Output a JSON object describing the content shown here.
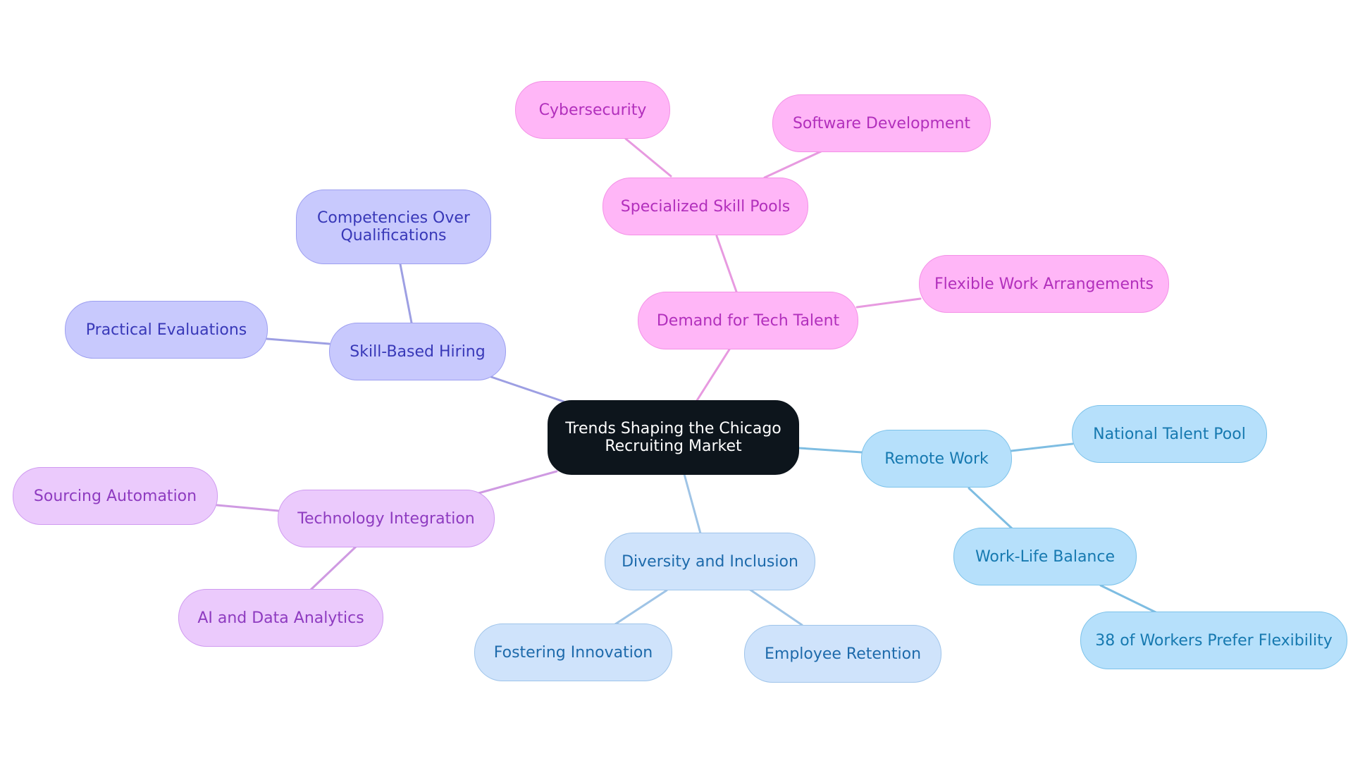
{
  "center": {
    "title": "Trends Shaping the Chicago Recruiting Market"
  },
  "branches": {
    "demand_for_tech_talent": {
      "label": "Demand for Tech Talent",
      "specialized_skill_pools": "Specialized Skill Pools",
      "cybersecurity": "Cybersecurity",
      "software_development": "Software Development",
      "flexible_work_arrangements": "Flexible Work Arrangements"
    },
    "skill_based_hiring": {
      "label": "Skill-Based Hiring",
      "competencies_over_qualifications": "Competencies Over Qualifications",
      "practical_evaluations": "Practical Evaluations"
    },
    "technology_integration": {
      "label": "Technology Integration",
      "sourcing_automation": "Sourcing Automation",
      "ai_and_data_analytics": "AI and Data Analytics"
    },
    "diversity_and_inclusion": {
      "label": "Diversity and Inclusion",
      "fostering_innovation": "Fostering Innovation",
      "employee_retention": "Employee Retention"
    },
    "remote_work": {
      "label": "Remote Work",
      "national_talent_pool": "National Talent Pool",
      "work_life_balance": "Work-Life Balance",
      "workers_prefer_flexibility": "38 of Workers Prefer Flexibility"
    }
  },
  "colors": {
    "center": "#0d151c",
    "demand_for_tech_talent": "#ffb6f7",
    "skill_based_hiring": "#c8c9fd",
    "technology_integration": "#ebcafc",
    "diversity_and_inclusion": "#cfe3fb",
    "remote_work": "#b6e0fb"
  }
}
